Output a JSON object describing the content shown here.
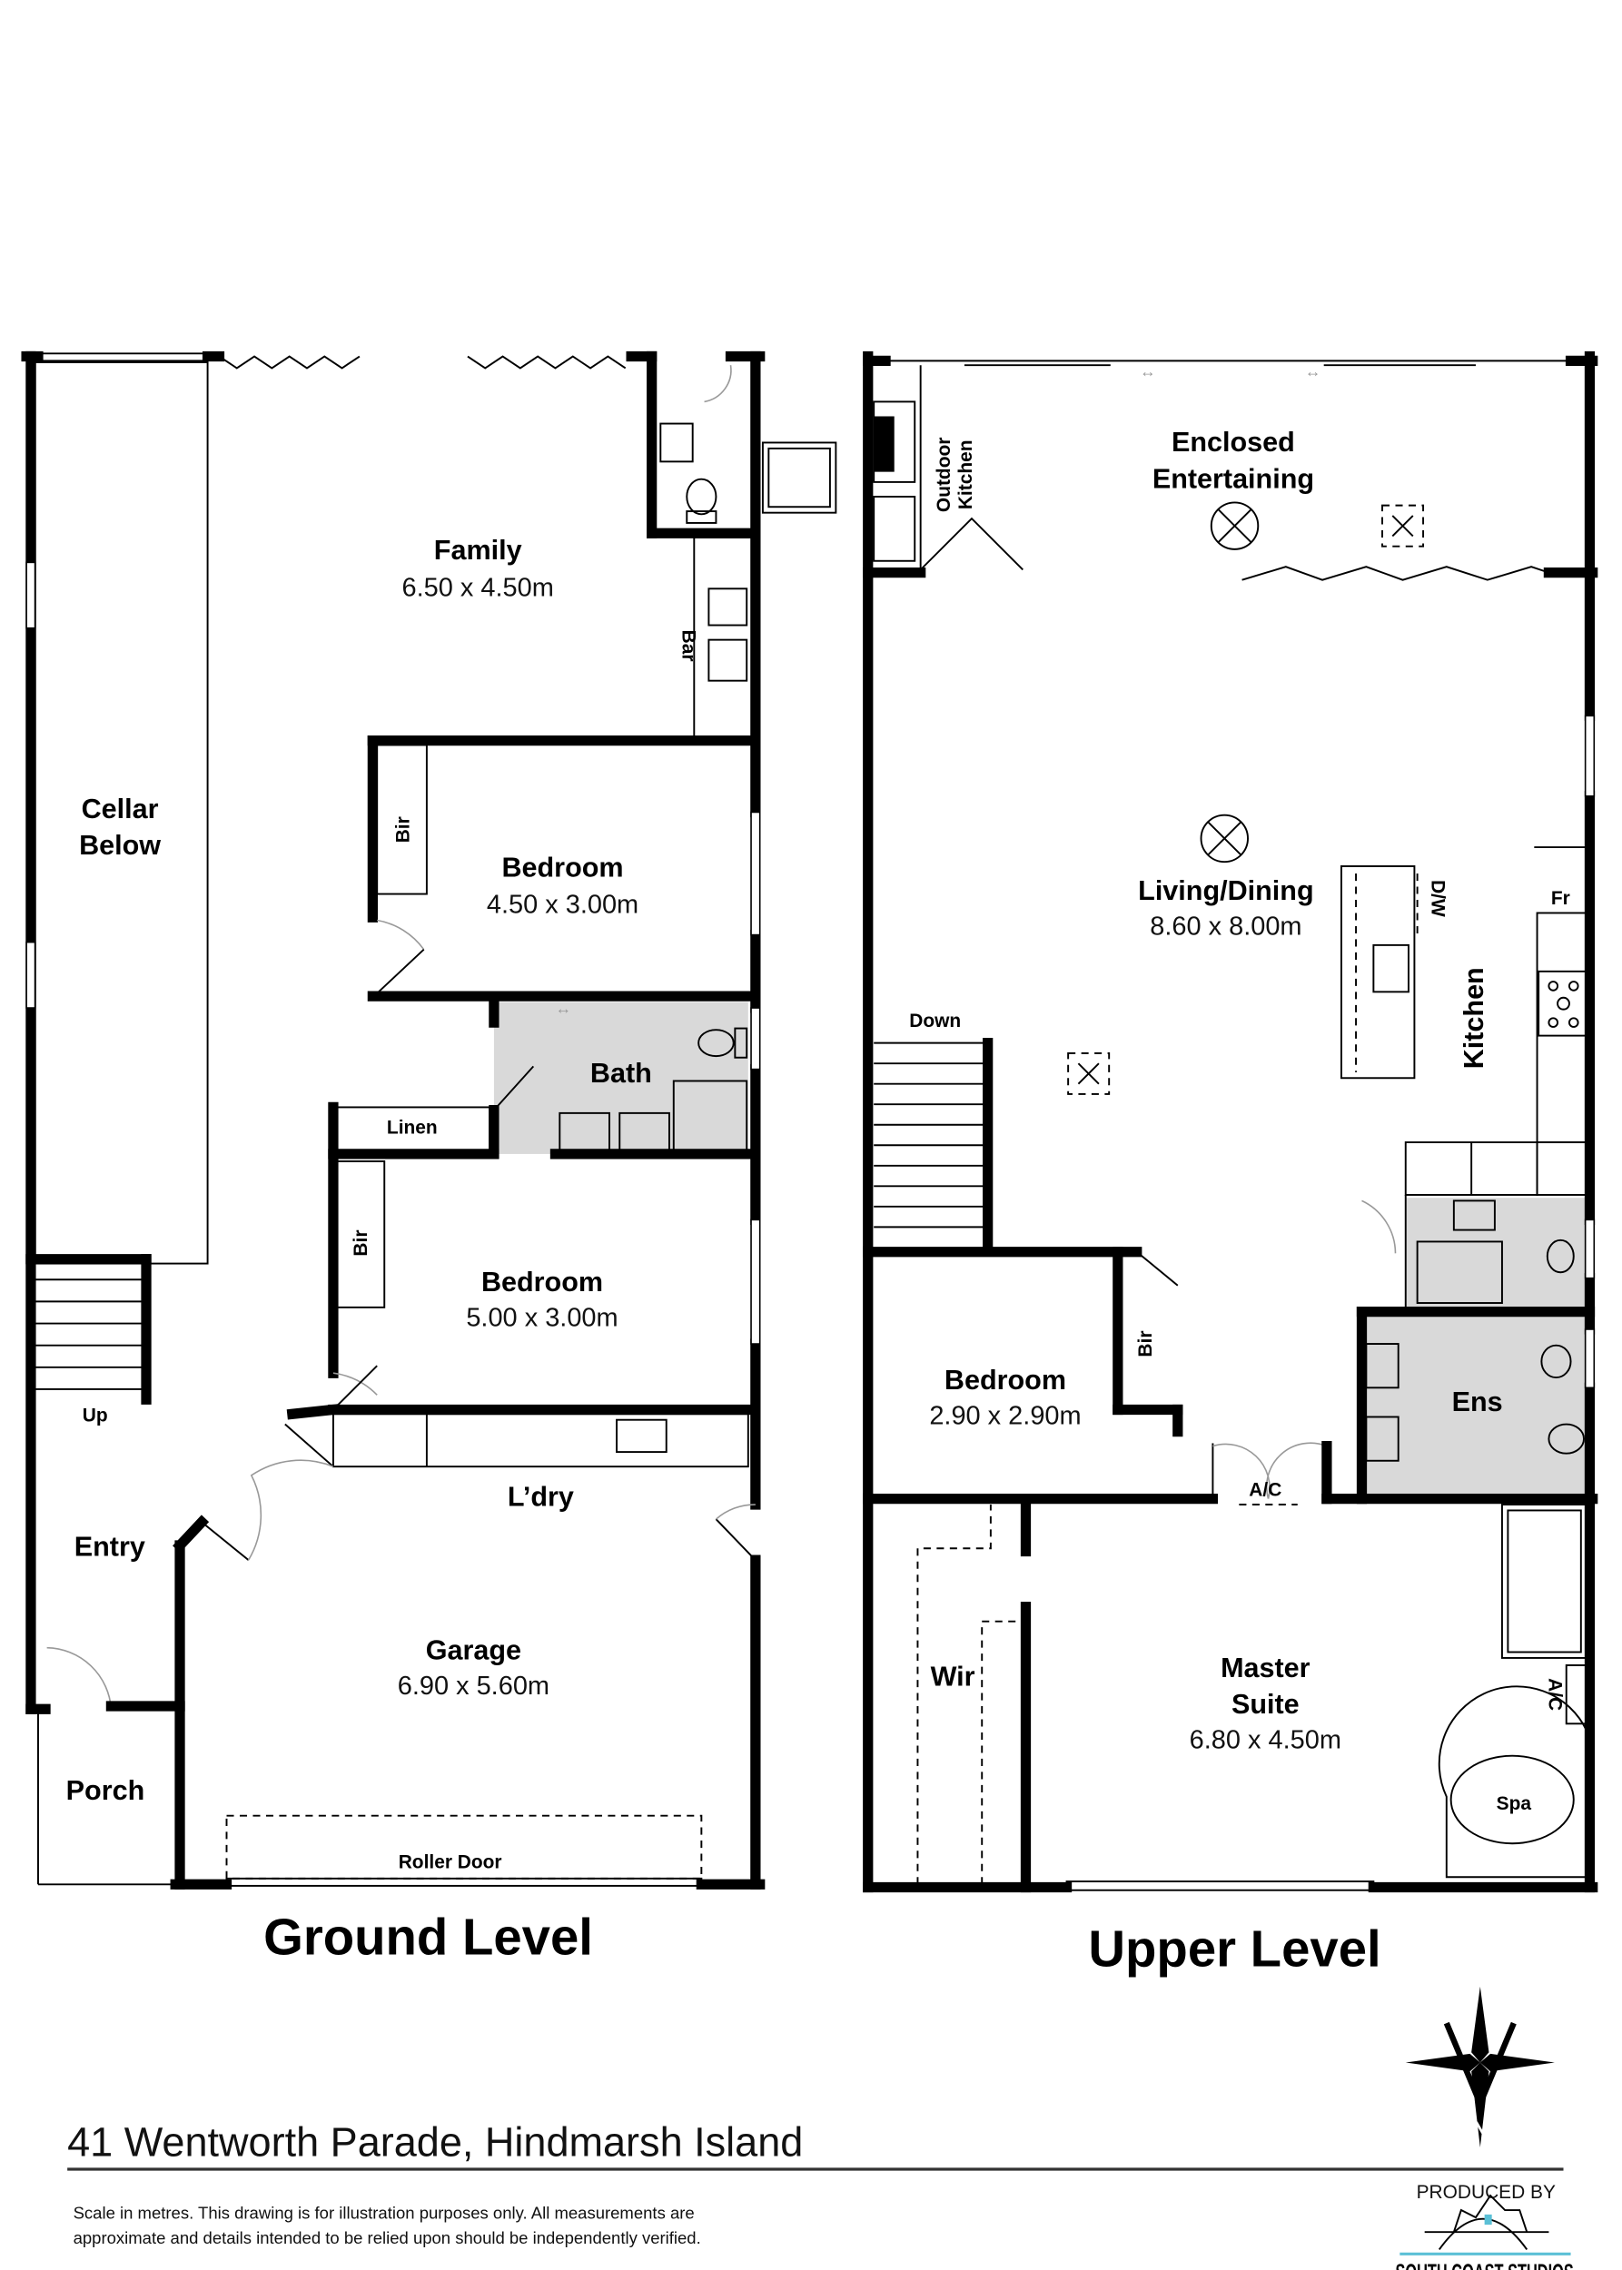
{
  "ground": {
    "title": "Ground Level",
    "rooms": {
      "cellar": [
        "Cellar",
        "Below"
      ],
      "family": {
        "name": "Family",
        "size": "6.50 x 4.50m"
      },
      "bar": "Bar",
      "bedroom1": {
        "name": "Bedroom",
        "size": "4.50 x 3.00m",
        "bir": "Bir"
      },
      "bath": "Bath",
      "linen": "Linen",
      "bedroom2": {
        "name": "Bedroom",
        "size": "5.00 x 3.00m",
        "bir": "Bir"
      },
      "up": "Up",
      "entry": "Entry",
      "laundry": "L’dry",
      "garage": {
        "name": "Garage",
        "size": "6.90 x 5.60m"
      },
      "porch": "Porch",
      "roller_door": "Roller Door"
    }
  },
  "upper": {
    "title": "Upper Level",
    "rooms": {
      "entertaining": [
        "Enclosed",
        "Entertaining"
      ],
      "outdoor_kitchen": [
        "Outdoor",
        "Kitchen"
      ],
      "living": {
        "name": "Living/Dining",
        "size": "8.60 x 8.00m"
      },
      "dw": "D/W",
      "fr": "Fr",
      "kitchen": "Kitchen",
      "down": "Down",
      "bedroom3": {
        "name": "Bedroom",
        "size": "2.90 x 2.90m",
        "bir": "Bir"
      },
      "ens": "Ens",
      "ac1": "A/C",
      "ac2": "A/C",
      "wir": "Wir",
      "master": {
        "name1": "Master",
        "name2": "Suite",
        "size": "6.80 x 4.50m"
      },
      "spa": "Spa"
    }
  },
  "footer": {
    "address": "41 Wentworth Parade, Hindmarsh Island",
    "disclaimer": [
      "Scale in metres. This drawing is for illustration purposes only. All measurements are",
      "approximate and details intended to be relied upon should be independently verified."
    ],
    "produced_by": "PRODUCED BY",
    "logo_text": "SOUTH COAST STUDIOS",
    "compass_label": "N"
  },
  "colors": {
    "wall": "#000000",
    "wet_area": "#d9d9d9",
    "logo_accent": "#5bc0d6"
  }
}
